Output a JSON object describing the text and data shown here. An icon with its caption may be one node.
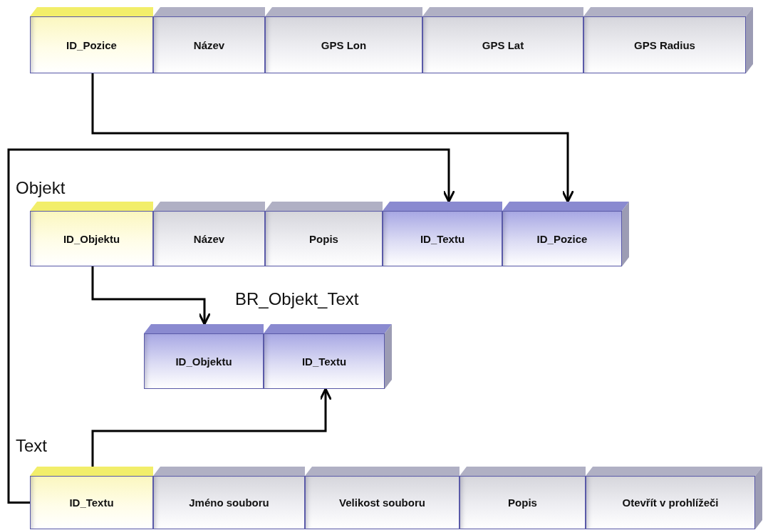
{
  "diagram": {
    "nodes": [
      {
        "text": [
          "ID_Pozice"
        ]
      },
      {
        "text": [
          "Název"
        ]
      },
      {
        "text": [
          "GPS Lon"
        ]
      },
      {
        "text": [
          "GPS Lat"
        ]
      },
      {
        "text": [
          "GPS Radius"
        ]
      },
      {
        "text": [
          "ID_Objektu"
        ]
      },
      {
        "text": [
          "Název"
        ]
      },
      {
        "text": [
          "Popis"
        ]
      },
      {
        "text": [
          "ID_Textu"
        ]
      },
      {
        "text": [
          "ID_Pozice"
        ]
      },
      {
        "text": [
          "ID_Objektu"
        ]
      },
      {
        "text": [
          "ID_Textu"
        ]
      },
      {
        "text": [
          "ID_Textu"
        ]
      },
      {
        "text": [
          "Jméno souboru"
        ]
      },
      {
        "text": [
          "Velikost souboru"
        ]
      },
      {
        "text": [
          "Popis"
        ]
      },
      {
        "text": [
          "Otevřít v prohlížeči"
        ]
      }
    ],
    "edges": [
      {
        "from": 0,
        "to": 9,
        "arrow": "to"
      },
      {
        "from": 12,
        "to": 8,
        "arrow": "to"
      },
      {
        "from": 5,
        "to": 10,
        "arrow": "to"
      },
      {
        "from": 12,
        "to": 11,
        "arrow": "to"
      }
    ],
    "labels": [
      "Objekt",
      "BR_Objekt_Text",
      "Text"
    ]
  }
}
